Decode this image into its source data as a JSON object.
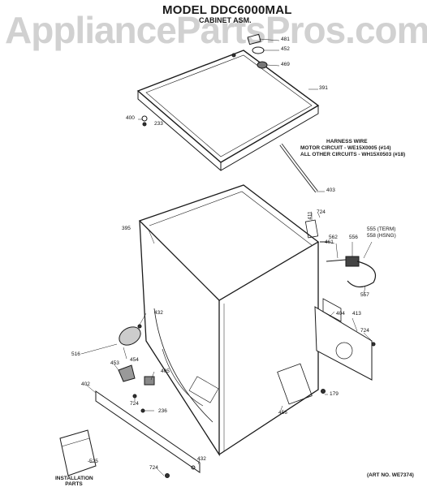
{
  "header": {
    "model": "MODEL DDC6000MAL",
    "assembly": "CABINET ASM."
  },
  "watermark": "AppliancePartsPros.com",
  "harness_note": {
    "title": "HARNESS WIRE",
    "motor": "MOTOR CIRCUIT - WE15X0005 (#14)",
    "other": "ALL OTHER CIRCUITS - WH15X0503 (#18)"
  },
  "labels": {
    "p481": "481",
    "p452": "452",
    "p469": "469",
    "p391": "391",
    "p400": "400",
    "p233": "233",
    "p403": "403",
    "p395": "395",
    "p411": "411",
    "p724a": "724",
    "p461": "461",
    "p562": "562",
    "p556": "556",
    "p555": "555 (TERM)",
    "p558": "558 (HSNG)",
    "p557": "557",
    "p432a": "432",
    "p404": "404",
    "p413": "413",
    "p724b": "724",
    "p516": "516",
    "p454": "454",
    "p453": "453",
    "p405": "405",
    "p402": "402",
    "p724c": "724",
    "p236": "236",
    "p179": "179",
    "p456": "456",
    "p525": "525",
    "p432b": "432",
    "p724d": "724"
  },
  "install_parts": "INSTALLATION PARTS",
  "art_no": "(ART NO. WE7374)"
}
